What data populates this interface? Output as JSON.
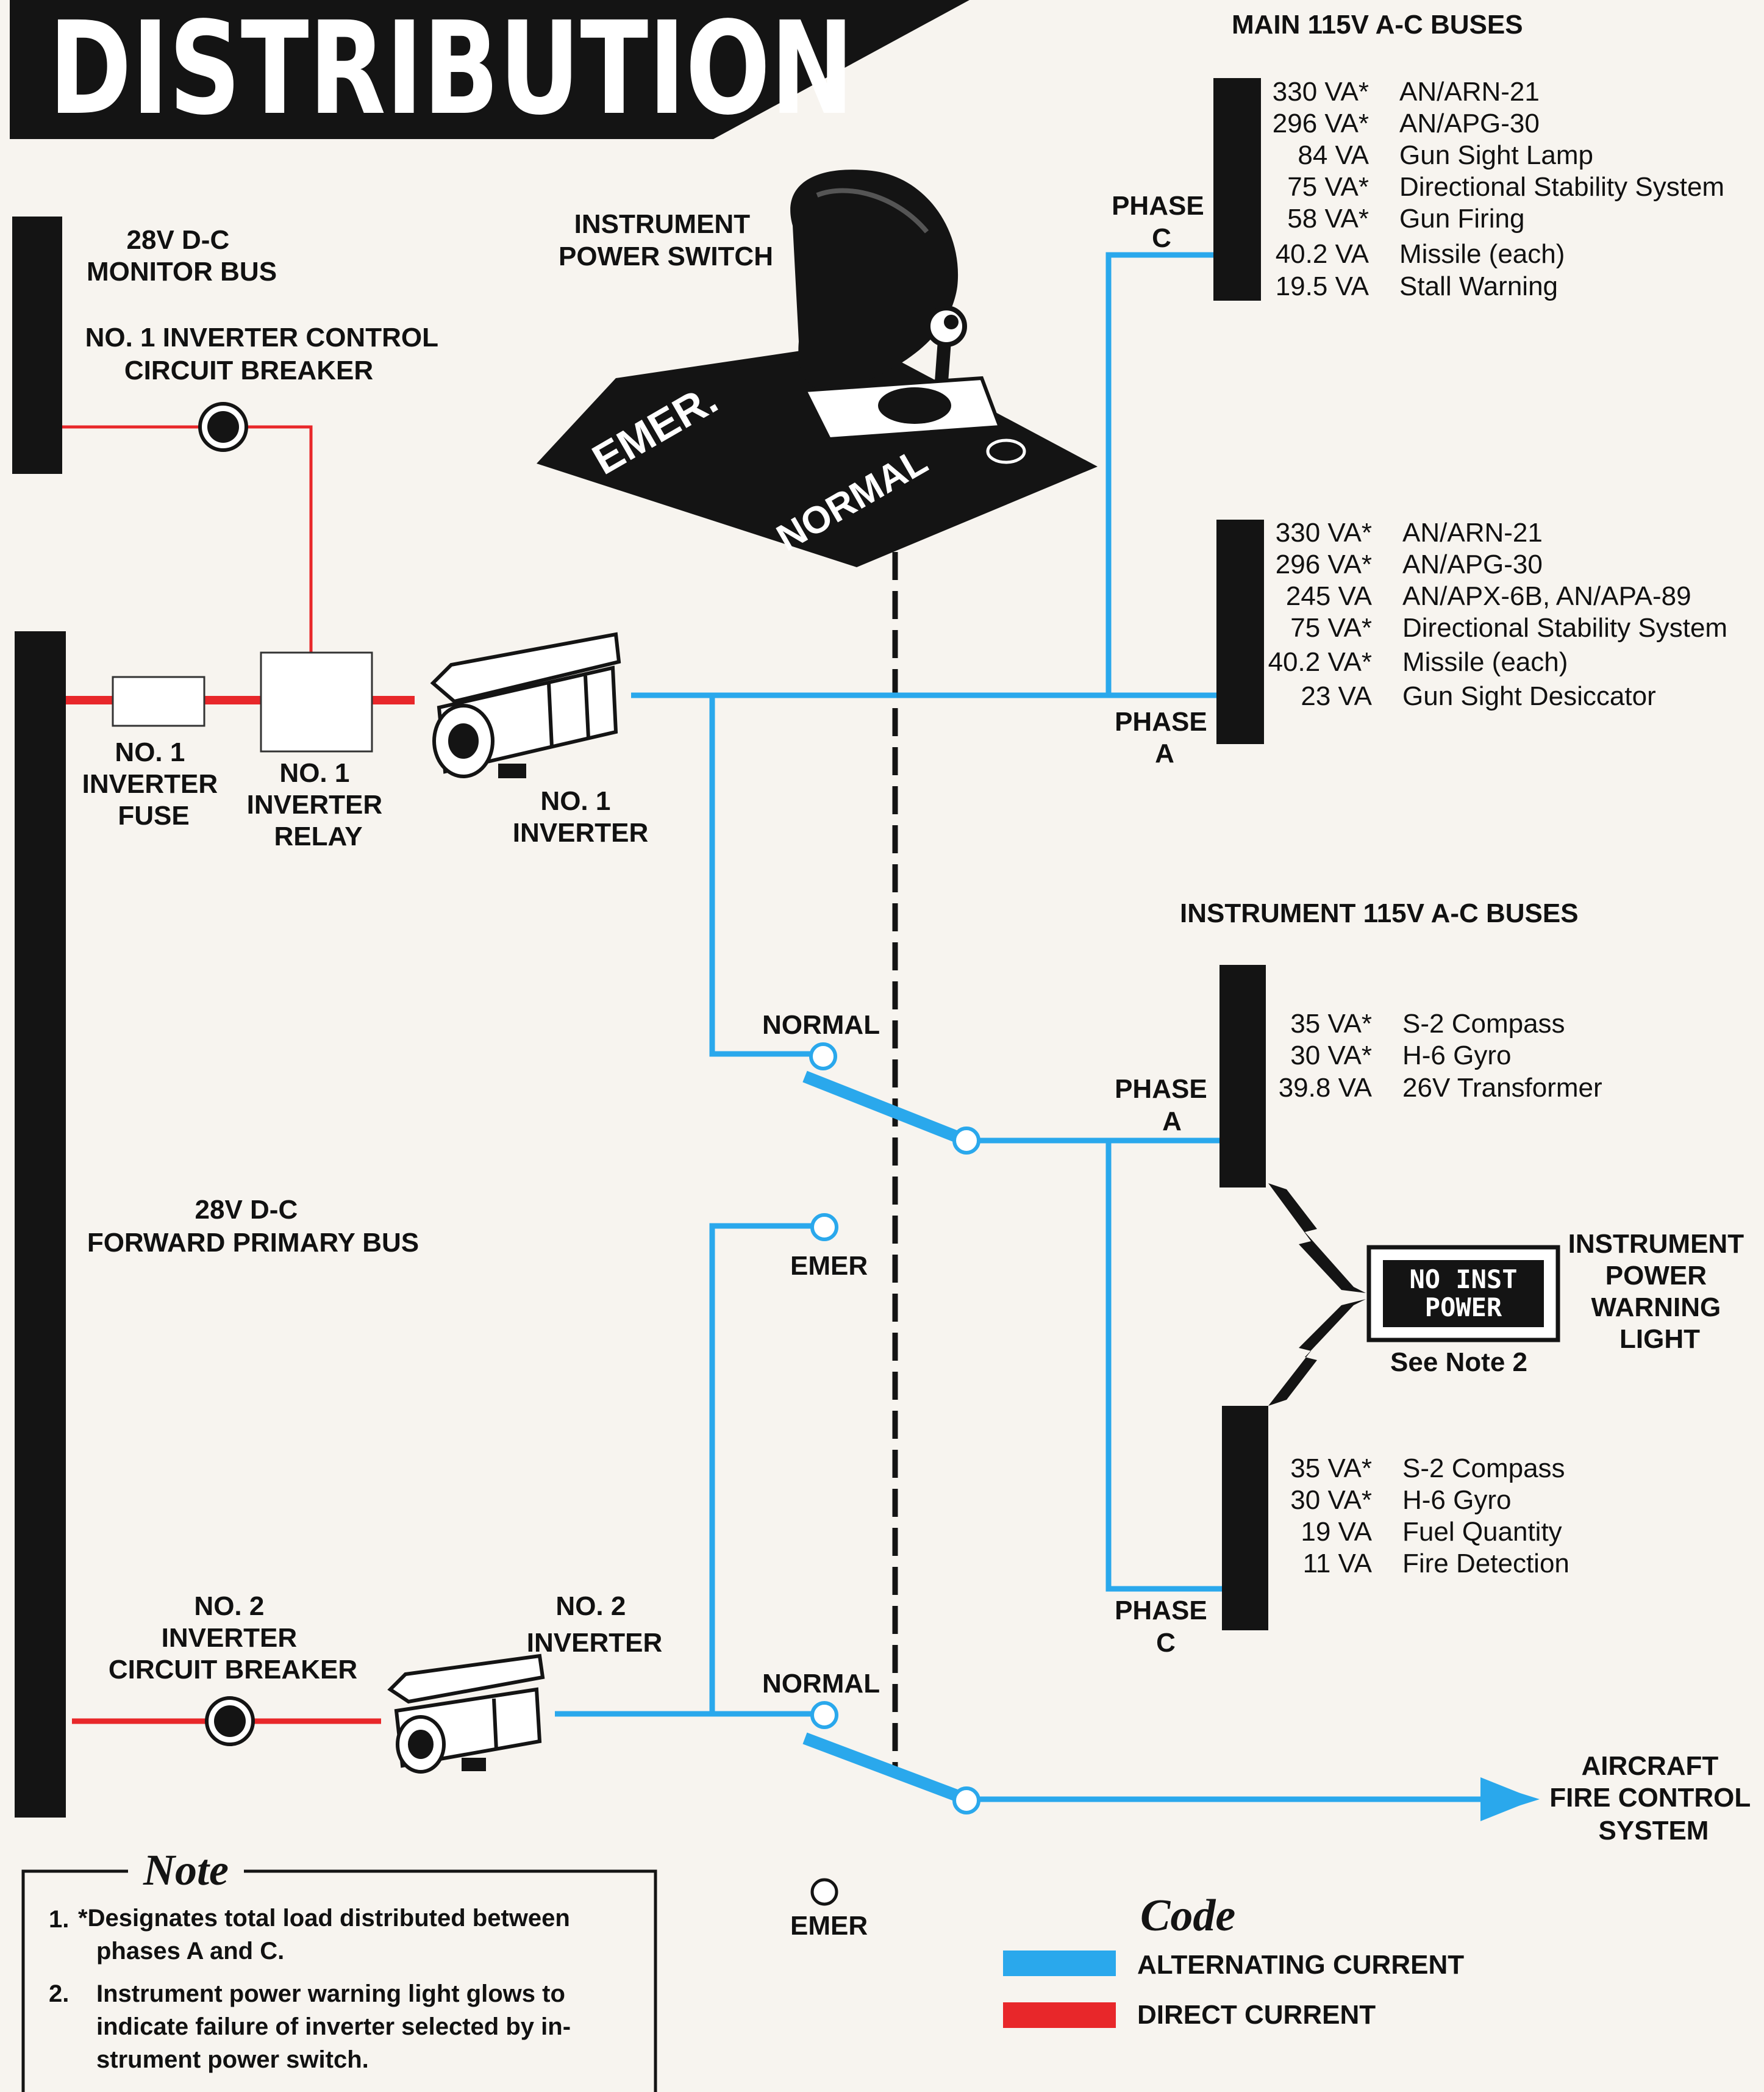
{
  "title": "DISTRIBUTION",
  "colors": {
    "ac": "#2aa8ec",
    "dc": "#e8272a",
    "bus": "#141414",
    "paper": "#f7f4ef"
  },
  "dc_monitor_bus": [
    "28V D-C",
    "MONITOR BUS"
  ],
  "inverter_cb_1": [
    "NO. 1 INVERTER CONTROL",
    "CIRCUIT BREAKER"
  ],
  "instrument_power_switch": [
    "INSTRUMENT",
    "POWER SWITCH"
  ],
  "switch_positions": {
    "emer": "EMER.",
    "normal": "NORMAL"
  },
  "main_bus_header": "MAIN 115V A-C BUSES",
  "phase_c_label": [
    "PHASE",
    "C"
  ],
  "phase_a_label": [
    "PHASE",
    "A"
  ],
  "main_phase_c_loads": [
    [
      "330 VA*",
      "AN/ARN-21"
    ],
    [
      "296 VA*",
      "AN/APG-30"
    ],
    [
      "84 VA",
      "Gun Sight Lamp"
    ],
    [
      "75 VA*",
      "Directional Stability System"
    ],
    [
      "58 VA*",
      "Gun Firing"
    ],
    [
      "40.2 VA",
      "Missile (each)"
    ],
    [
      "19.5 VA",
      "Stall Warning"
    ]
  ],
  "main_phase_a_loads": [
    [
      "330 VA*",
      "AN/ARN-21"
    ],
    [
      "296 VA*",
      "AN/APG-30"
    ],
    [
      "245 VA",
      "AN/APX-6B, AN/APA-89"
    ],
    [
      "75 VA*",
      "Directional Stability System"
    ],
    [
      "40.2 VA*",
      "Missile (each)"
    ],
    [
      "23 VA",
      "Gun Sight Desiccator"
    ]
  ],
  "inverter_fuse_1": [
    "NO. 1",
    "INVERTER",
    "FUSE"
  ],
  "inverter_relay_1": [
    "NO. 1",
    "INVERTER",
    "RELAY"
  ],
  "inverter_1": [
    "NO. 1",
    "INVERTER"
  ],
  "instrument_bus_header": "INSTRUMENT 115V A-C BUSES",
  "instr_phase_a_loads": [
    [
      "35 VA*",
      "S-2 Compass"
    ],
    [
      "30 VA*",
      "H-6 Gyro"
    ],
    [
      "39.8 VA",
      "26V Transformer"
    ]
  ],
  "instr_phase_c_loads": [
    [
      "35 VA*",
      "S-2 Compass"
    ],
    [
      "30 VA*",
      "H-6 Gyro"
    ],
    [
      "19 VA",
      "Fuel Quantity"
    ],
    [
      "11 VA",
      "Fire Detection"
    ]
  ],
  "switch_normal_label": "NORMAL",
  "switch_emer_label": "EMER",
  "forward_bus": [
    "28V D-C",
    "FORWARD PRIMARY BUS"
  ],
  "warning_light_face": [
    "NO INST",
    "POWER"
  ],
  "warning_light_label": [
    "INSTRUMENT",
    "POWER",
    "WARNING",
    "LIGHT"
  ],
  "see_note": "See Note 2",
  "inverter_cb_2": [
    "NO. 2",
    "INVERTER",
    "CIRCUIT BREAKER"
  ],
  "inverter_2": [
    "NO. 2",
    "INVERTER"
  ],
  "fire_control": [
    "AIRCRAFT",
    "FIRE CONTROL",
    "SYSTEM"
  ],
  "note": {
    "title": "Note",
    "items": [
      {
        "num": "1.",
        "lines": [
          "*Designates total load distributed between",
          "phases A and C."
        ]
      },
      {
        "num": "2.",
        "lines": [
          "Instrument power warning light glows to",
          "indicate failure of inverter selected by in-",
          "strument power switch."
        ]
      }
    ]
  },
  "code": {
    "title": "Code",
    "ac_label": "ALTERNATING CURRENT",
    "dc_label": "DIRECT CURRENT"
  }
}
